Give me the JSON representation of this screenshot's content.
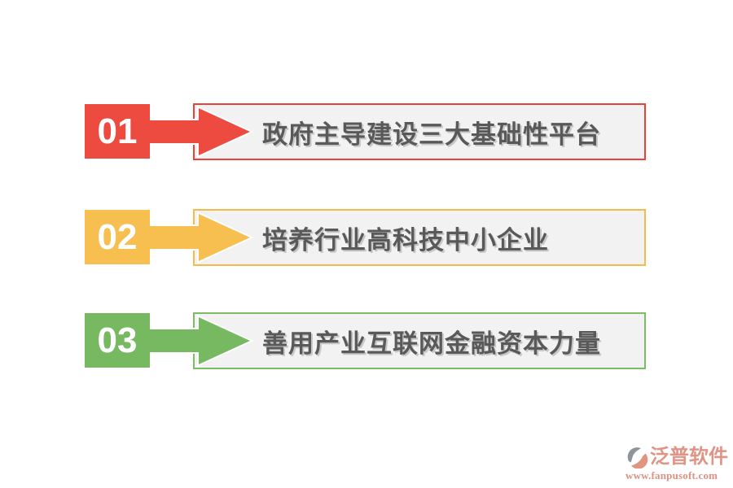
{
  "slide": {
    "background": "#ffffff",
    "items": [
      {
        "number": "01",
        "label": "政府主导建设三大基础性平台",
        "accent_color": "#ee4b40",
        "border_color": "#ec4136"
      },
      {
        "number": "02",
        "label": "培养行业高科技中小企业",
        "accent_color": "#f7bf50",
        "border_color": "#f5bb4a"
      },
      {
        "number": "03",
        "label": "善用产业互联网金融资本力量",
        "accent_color": "#77b961",
        "border_color": "#7cbd63"
      }
    ],
    "box_style": {
      "fill": "#f2f2f2",
      "text_color": "#595959",
      "number_text_color": "#ffffff",
      "arrow_outline": "#ffffff"
    }
  },
  "watermark": {
    "brand": "泛普软件",
    "url": "www.fanpusoft.com",
    "brand_color": "#e09486",
    "url_color": "#dd9283",
    "icon": "fanpu-logo-icon",
    "icon_gray": "#8d9499",
    "icon_salmon": "#e0957f"
  }
}
